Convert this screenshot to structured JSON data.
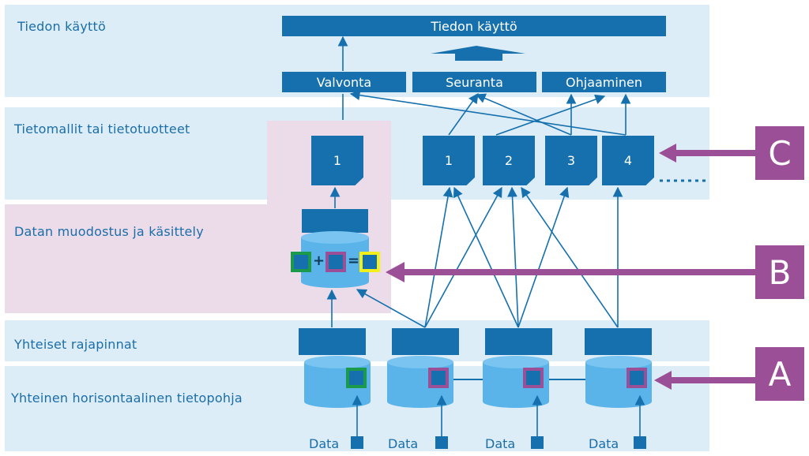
{
  "layers": {
    "top": "Tiedon käyttö",
    "models": "Tietomallit tai tietotuotteet",
    "processing": "Datan muodostus ja käsittely",
    "interfaces": "Yhteiset rajapinnat",
    "base": "Yhteinen horisontaalinen tietopohja"
  },
  "usage_bar": "Tiedon käyttö",
  "usage_boxes": [
    "Valvonta",
    "Seuranta",
    "Ohjaaminen"
  ],
  "model_docs": [
    "1",
    "1",
    "2",
    "3",
    "4"
  ],
  "operators": {
    "plus": "+",
    "equals": "="
  },
  "callouts": {
    "a": "A",
    "b": "B",
    "c": "C"
  },
  "data_label": "Data",
  "colors": {
    "band": "#dcedf8",
    "processing_band": "#ecdcea",
    "primary": "#1570ad",
    "database": "#5ab4ea",
    "callout": "#9b4f96",
    "marker_green": "#1a9a4a",
    "marker_purple": "#9b4f96",
    "marker_yellow": "#f2ef1a"
  }
}
